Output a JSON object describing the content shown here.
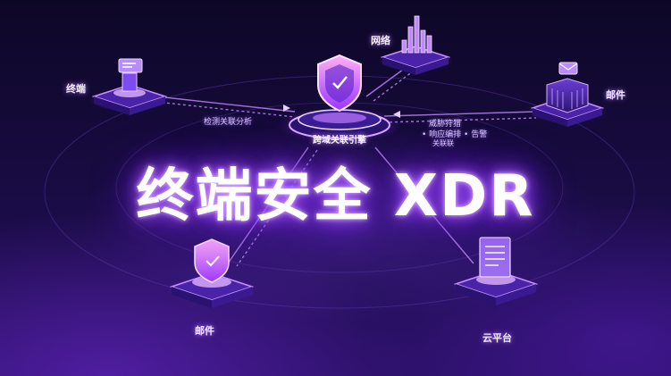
{
  "title": "终端安全 XDR",
  "hub": {
    "label": "跨域关联引擎"
  },
  "nodes": {
    "endpoint": "终端",
    "network": "网络",
    "mail_right": "邮件",
    "mail_left": "邮件",
    "cloud": "云平台"
  },
  "flows": {
    "left": "检测关联分析",
    "right_1": "威胁狩猎",
    "right_2": "• 响应编排 • 告警",
    "right_3": "关联联"
  },
  "colors": {
    "accent": "#b066ff",
    "glow": "#8a2cff",
    "background": "#0d0726"
  }
}
